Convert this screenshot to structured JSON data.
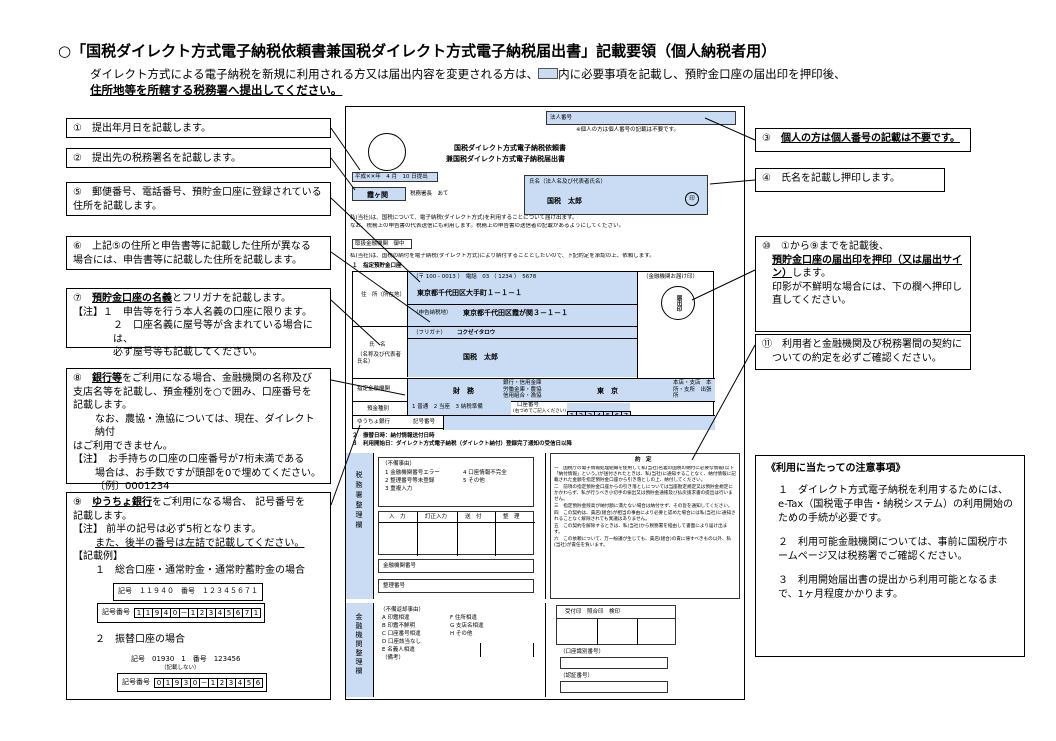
{
  "header": {
    "title": "○「国税ダイレクト方式電子納税依頼書兼国税ダイレクト方式電子納税届出書」記載要領（個人納税者用）",
    "intro_pre": "ダイレクト方式による電子納税を新規に利用される方又は届出内容を変更される方は、",
    "intro_post": "内に必要事項を記載し、預貯金口座の届出印を押印後、",
    "intro_line2": "住所地等を所轄する税務署へ提出してください。"
  },
  "notes_left": [
    {
      "text": "①　提出年月日を記載します。"
    },
    {
      "text": "②　提出先の税務署名を記載します。"
    },
    {
      "text": "⑤　郵便番号、電話番号、預貯金口座に登録されている住所を記載します。"
    },
    {
      "line1": "⑥　上記⑤の住所と申告書等に記載した住所が異なる",
      "line2": "場合には、申告書等に記載した住所を記載します。"
    },
    {
      "p1": "⑦　",
      "b": "預貯金口座の名義",
      "p2": "とフリガナを記載します。",
      "l2": "【注】１　申告等を行う本人名義の口座に限ります。",
      "l3": "２　口座名義に屋号等が含まれている場合には、",
      "l4": "必ず屋号等も記載してください。"
    },
    {
      "p1": "⑧　",
      "b": "銀行等",
      "p2": "をご利用になる場合、金融機関の名称及び",
      "l2": "支店名等を記載し、預金種別を○で囲み、口座番号を",
      "l3": "記載します。",
      "l4": "なお、農協・漁協については、現在、ダイレクト納付",
      "l5": "はご利用できません。",
      "l6": "【注】　お手持ちの口座の口座番号が7桁未満である",
      "l7": "場合は、お手数ですが頭部を0で埋めてください。",
      "l8": "〔例〕0001234"
    },
    {
      "p1": "⑨　",
      "b": "ゆうちょ銀行",
      "p2": "をご利用になる場合、 記号番号を",
      "l2": "記載します。",
      "l3": "【注】 前半の記号は必ず5桁となります。",
      "l4": "また、後半の番号は左詰で記載してください。",
      "l5": "【記載例】",
      "l6": "１　総合口座・通常貯金・通常貯蓄貯金の場合",
      "l7": "２　振替口座の場合"
    }
  ],
  "notes_right": [
    {
      "p1": "③　",
      "b": "個人の方は個人番号の記載は不要です。"
    },
    {
      "text": "④　氏名を記載し押印します。"
    },
    {
      "l1": "⑩　①から⑨までを記載後、",
      "b": "預貯金口座の届出印を押印（又は届出サイン）",
      "p2": "します。",
      "l3": "印影が不鮮明な場合には、下の欄へ押印し直してください。"
    },
    {
      "l1": "⑪　利用者と金融機関及び税務署間の契約に",
      "l2": "ついての約定を必ずご確認ください。"
    }
  ],
  "usage_notes": {
    "heading": "《利用に当たっての注意事項》",
    "items": [
      "１　ダイレクト方式電子納税を利用するためには、e-Tax（国税電子申告・納税システム）の利用開始のための手続が必要です。",
      "２　利用可能金融機関については、事前に国税庁ホームページ又は税務署でご確認ください。",
      "３　利用開始届出書の提出から利用可能となるまで、1ヶ月程度かかります。"
    ]
  },
  "form": {
    "number_label": "法人番号",
    "number_note": "※個人の方は個人番号の記載は不要です。",
    "title1": "国税ダイレクト方式電子納税依頼書",
    "title2": "兼国税ダイレクト方式電子納税届出書",
    "date": "平成✕✕年　4 月　10 日提出",
    "office": "霞ヶ関",
    "office_suffix": "税務署長　あて",
    "name_label": "氏名（法人名及び代表者氏名）",
    "name_value": "国税　太郎",
    "seal": "印",
    "para1": "私(当社)は、国税について、電子納税(ダイレクト方式)を利用することについて届け出ます。",
    "para2": "なお、税務上の申告書の代表送信にも利用します。税務上の申告書の送信者の記載があるようにしてください。",
    "bank_handling": "取扱金融機関　御中",
    "para3": "私(当社)は、国税の納付を電子納税(ダイレクト方式)により納付することとしたいので、下記約定を承認の上、依頼します。",
    "sec1": "１　指定預貯金口座",
    "postal": "（〒 100 - 0013 ）　電話　03 （ 1234 ）　5678",
    "address_label": "住　所（所在地）",
    "address": "東京都千代田区大手町１－１－１",
    "address2_label": "（申告納税地）",
    "address2": "東京都千代田区霞が関３－１－１",
    "kana_label": "（フリガナ）",
    "kana": "コクゼイタロウ",
    "owner_label": "氏　名",
    "owner_label2": "（名称及び代表者氏名）",
    "owner": "国税　太郎",
    "stamp_label": "（金融機関お届け印）",
    "stamp_text": "届出印",
    "bank_label": "指定金融機関",
    "bank_name": "財　務",
    "bank_types": "銀行・信用金庫　労働金庫・農協　信用組合・漁協",
    "branch_name": "東　京",
    "branch_types": "本店・支店　本所・支所　出張所",
    "deposit_label": "預金種別",
    "deposit_types": "1 普通　2 当座　3 納税準備",
    "account_label": "口座番号",
    "account_note": "(右づめでご記入ください)",
    "account_digits": [
      "1",
      "2",
      "3",
      "4",
      "5",
      "6",
      "7"
    ],
    "yucho_label": "ゆうちょ銀行",
    "yucho_code": "記号番号",
    "sec2": "２　振替日時：納付情報送付日時",
    "sec3": "３　利用開始日：ダイレクト方式電子納税（ダイレクト納付）登録完了通知の受信日以降",
    "tax_office_col": "税務署整理欄",
    "bank_office_col": "金融機関整理欄",
    "defect_head": "（不備事由）",
    "defects1": [
      "1 金融機関番号エラー",
      "2 整理番号等未登録",
      "3 重複入力",
      "4 口座情報不完全",
      "5 その他"
    ],
    "table_heads": [
      "入　力",
      "訂正入力",
      "送　付",
      "整　理"
    ],
    "bank_number": "金融機関番号",
    "serial_number": "整理番号",
    "defect_head2": "（不備返却事由）",
    "defects2": [
      "A 印鑑相違",
      "B 印鑑不鮮明",
      "C 口座番号相違",
      "D 口座該当なし",
      "E 名義人相違",
      "（備考）",
      "F 住所相違",
      "G 支店名相違",
      "H その他"
    ],
    "reception": "受付印　照合印　検印",
    "acct_id": "（口座識別番号）",
    "auth_no": "（認証番号）",
    "terms_head": "約　定",
    "terms": [
      "一　国税庁の電子情報処理組織を使用して私(当社)名義の国税の納付に必要な情報(以下「納付情報」という。)が送付されたときは、私(当社)に通知することなく、納付情報に記載された金額を指定預貯金口座から引き落としの上、納付してください。",
      "二　前項の指定預貯金口座からの引き落としについては当座勘定規定又は預貯金規定にかかわらず、私が行うべき小切手の振出又は預貯金通帳及び払戻請求書の提出は行いません。",
      "三　指定預貯金残高が納付額に満たない場合は納付せず、その旨を通知してください。",
      "四　この契約は、貴店(組合)が相当の事由により必要と認めた場合には私(当社)に通知されることなく解除されても異議はありません。",
      "五　この契約を解除するときは、私(当社)から税務署を経由して書面により届け出ます。",
      "六　この依頼について、万一紛議が生じても、貴店(組合)の責に帰すべきもの以外、私(当社)が責任を負います。"
    ]
  },
  "example": {
    "ex1_top": "記号　１１９４０　番号　１２３４５６７１",
    "ex1_label": "記号番号",
    "ex1_digits": [
      "1",
      "1",
      "9",
      "4",
      "0",
      "－",
      "1",
      "2",
      "3",
      "4",
      "5",
      "6",
      "7",
      "1"
    ],
    "ex2_top": "記号　01930　1　番号　123456",
    "ex2_sub": "（記載しない）",
    "ex2_label": "記号番号",
    "ex2_digits": [
      "0",
      "1",
      "9",
      "3",
      "0",
      "－",
      "1",
      "2",
      "3",
      "4",
      "5",
      "6"
    ]
  }
}
